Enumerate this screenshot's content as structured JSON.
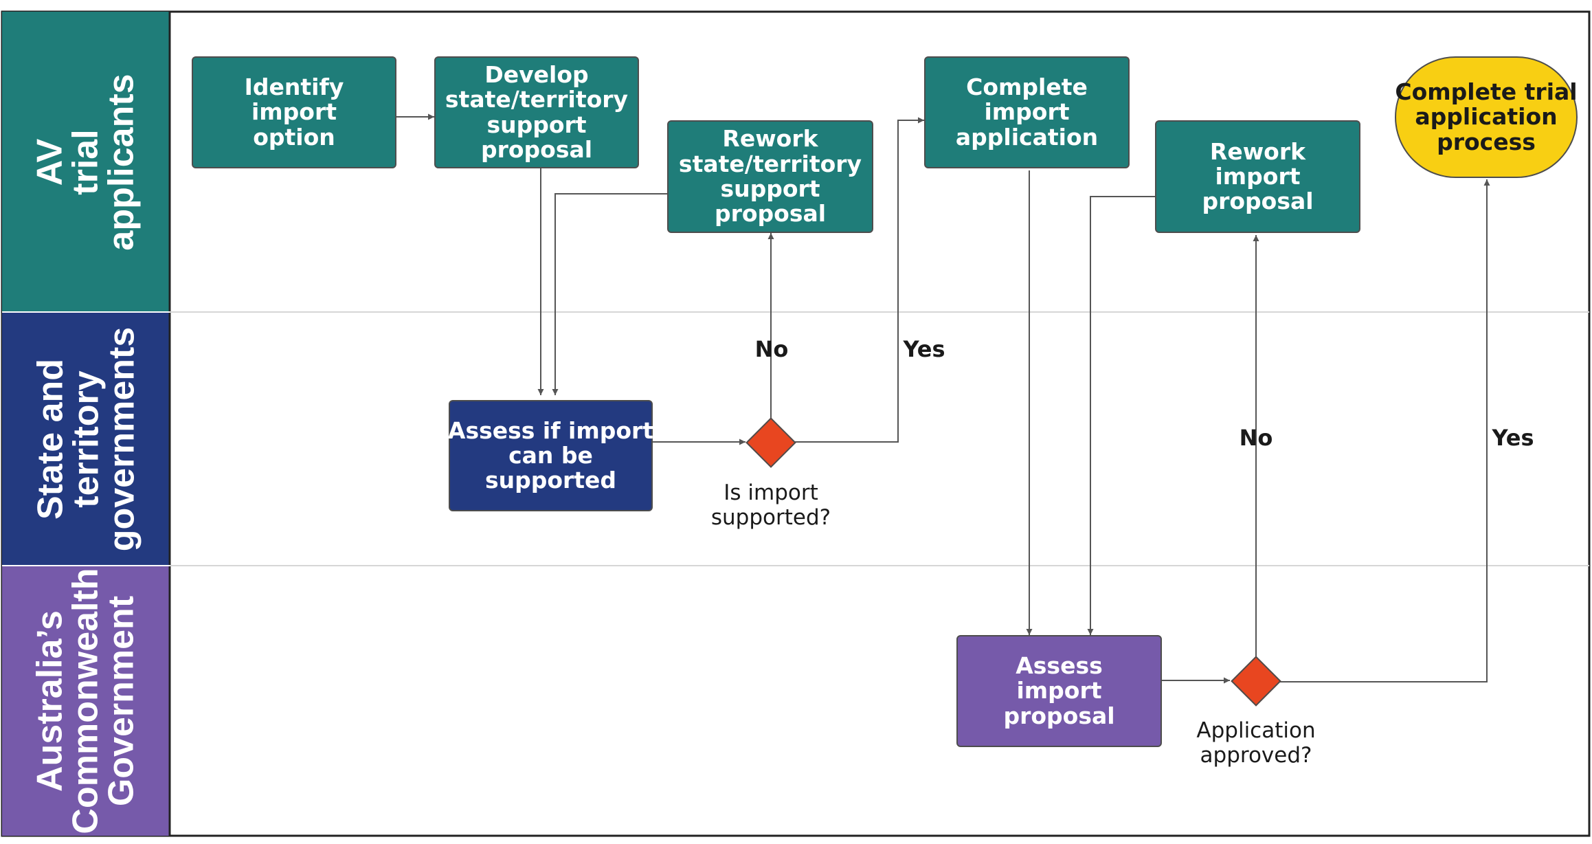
{
  "colors": {
    "teal": "#1f7d79",
    "navy": "#233a80",
    "purple": "#765aaa",
    "terminal_yellow": "#f8cf13",
    "decision_red": "#e84620",
    "border": "#4d4d4d",
    "arrow": "#555555",
    "lane_divider": "#d6d6d6"
  },
  "lanes": {
    "av": {
      "label": "AV\ntrial\napplicants",
      "color": "#1f7d79"
    },
    "state": {
      "label": "State and\nterritory\ngovernments",
      "color": "#233a80"
    },
    "federal": {
      "label": "Australia’s\nCommonwealth\nGovernment",
      "color": "#765aaa"
    }
  },
  "nodes": {
    "identify": "Identify\nimport\noption",
    "develop": "Develop\nstate/territory\nsupport\nproposal",
    "rework_state": "Rework\nstate/territory\nsupport\nproposal",
    "complete_app": "Complete\nimport\napplication",
    "rework_import": "Rework\nimport\nproposal",
    "complete_trial": "Complete trial\napplication\nprocess",
    "assess_state": "Assess if import\ncan be\nsupported",
    "assess_fed": "Assess\nimport\nproposal"
  },
  "decisions": {
    "supported": {
      "caption": "Is import\nsupported?",
      "no": "No",
      "yes": "Yes"
    },
    "approved": {
      "caption": "Application\napproved?",
      "no": "No",
      "yes": "Yes"
    }
  }
}
